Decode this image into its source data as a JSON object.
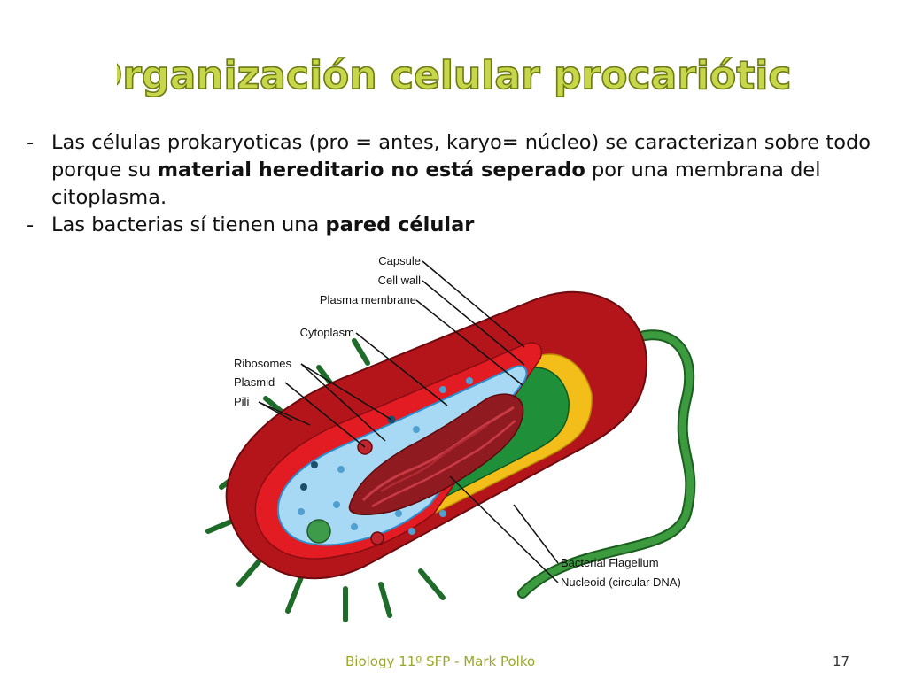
{
  "slide": {
    "title": "Organización celular procariótica",
    "bullets": [
      {
        "dash": "-",
        "parts": [
          {
            "t": "Las células prokaryoticas (pro = antes, karyo= núcleo) se caracterizan sobre todo porque su ",
            "b": false
          },
          {
            "t": "material hereditario no está seperado",
            "b": true
          },
          {
            "t": " por una membrana  del citoplasma.",
            "b": false
          }
        ]
      },
      {
        "dash": "-",
        "parts": [
          {
            "t": "Las bacterias sí tienen una ",
            "b": false
          },
          {
            "t": "pared célular",
            "b": true
          }
        ]
      }
    ],
    "footer": "Biology 11º SFP - Mark Polko",
    "page_number": "17"
  },
  "diagram": {
    "labels": {
      "capsule": "Capsule",
      "cell_wall": "Cell wall",
      "plasma_membrane": "Plasma membrane",
      "cytoplasm": "Cytoplasm",
      "ribosomes": "Ribosomes",
      "plasmid": "Plasmid",
      "pili": "Pili",
      "flagellum": "Bacterial Flagellum",
      "nucleoid": "Nucleoid (circular DNA)"
    },
    "colors": {
      "capsule": "#c8161d",
      "cell_wall": "#f6c21b",
      "plasma_membrane": "#1e8f3a",
      "cytoplasm": "#9fd3f2",
      "nucleoid": "#9e1c22",
      "pili": "#2e7d32",
      "flagellum": "#2e7d32",
      "title": "#b5c42c"
    }
  }
}
